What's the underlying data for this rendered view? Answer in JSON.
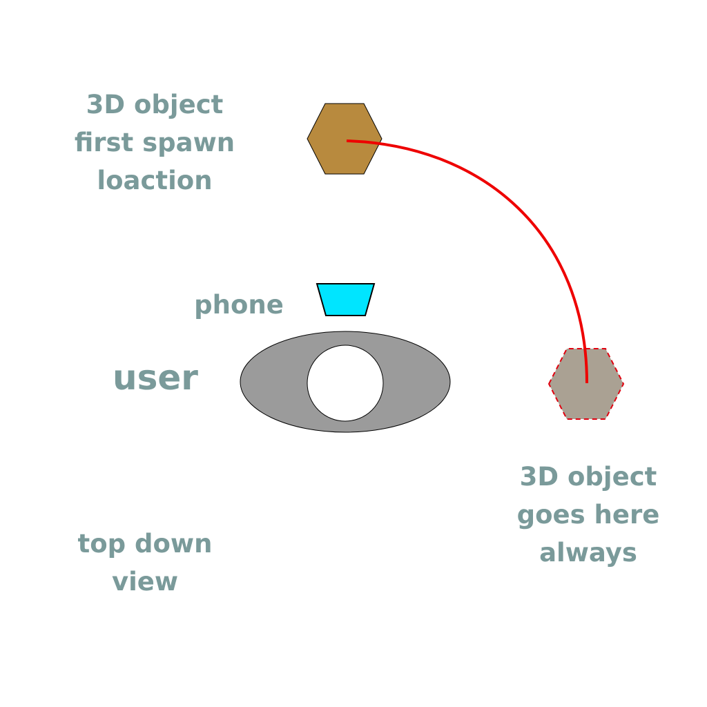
{
  "labels": {
    "spawn": [
      "3D object",
      "first spawn",
      "loaction"
    ],
    "phone": "phone",
    "user": "user",
    "target": [
      "3D object",
      "goes here",
      "always"
    ],
    "view": [
      "top down",
      "view"
    ]
  },
  "colors": {
    "label_text": "#7a9a9a",
    "spawn_object_fill": "#b88a3e",
    "target_object_fill": "#aaa193",
    "target_object_stroke": "#e0000f",
    "path_stroke": "#ee0000",
    "phone_fill": "#00e5ff",
    "user_body_fill": "#9b9b9b",
    "user_head_fill": "#ffffff"
  },
  "icons": {
    "spawn_object": "hexagon",
    "target_object": "dashed-hexagon",
    "phone": "trapezoid",
    "user": "ellipse-with-circle-head"
  }
}
